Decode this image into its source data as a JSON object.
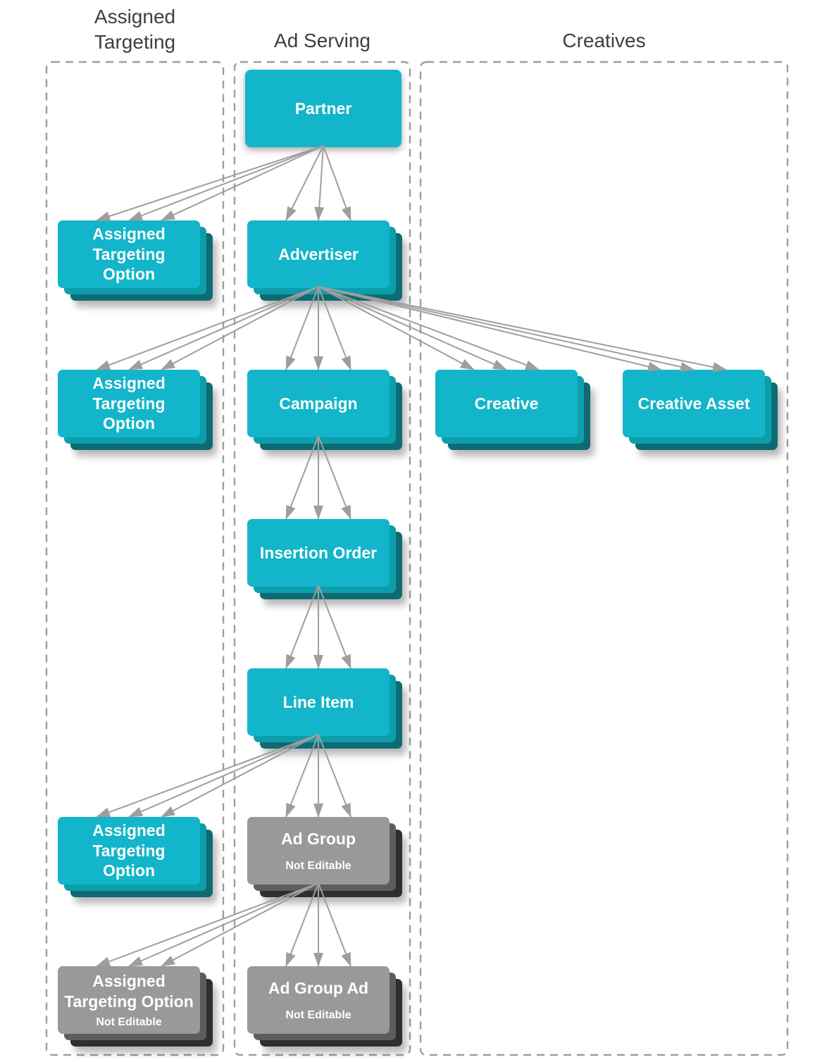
{
  "diagram": {
    "columns": [
      {
        "title": "Assigned\nTargeting"
      },
      {
        "title": "Ad Serving"
      },
      {
        "title": "Creatives"
      }
    ],
    "nodes": {
      "partner": {
        "label": "Partner"
      },
      "ato1": {
        "label": "Assigned\nTargeting\nOption"
      },
      "advertiser": {
        "label": "Advertiser"
      },
      "ato2": {
        "label": "Assigned\nTargeting\nOption"
      },
      "campaign": {
        "label": "Campaign"
      },
      "creative": {
        "label": "Creative"
      },
      "creative_asset": {
        "label": "Creative Asset"
      },
      "insertion_order": {
        "label": "Insertion Order"
      },
      "line_item": {
        "label": "Line Item"
      },
      "ato3": {
        "label": "Assigned\nTargeting\nOption"
      },
      "ad_group": {
        "label": "Ad Group",
        "sub_label": "Not Editable"
      },
      "ato4": {
        "label": "Assigned\nTargeting Option",
        "sub_label": "Not Editable"
      },
      "ad_group_ad": {
        "label": "Ad Group Ad",
        "sub_label": "Not Editable"
      }
    },
    "edges": [
      {
        "from": "partner",
        "to": "advertiser"
      },
      {
        "from": "partner",
        "to": "ato1"
      },
      {
        "from": "advertiser",
        "to": "ato2"
      },
      {
        "from": "advertiser",
        "to": "campaign"
      },
      {
        "from": "advertiser",
        "to": "creative"
      },
      {
        "from": "advertiser",
        "to": "creative_asset"
      },
      {
        "from": "campaign",
        "to": "insertion_order"
      },
      {
        "from": "insertion_order",
        "to": "line_item"
      },
      {
        "from": "line_item",
        "to": "ato3"
      },
      {
        "from": "line_item",
        "to": "ad_group"
      },
      {
        "from": "ad_group",
        "to": "ato4"
      },
      {
        "from": "ad_group",
        "to": "ad_group_ad"
      }
    ],
    "colors": {
      "box_cyan": "#12b5c9",
      "box_cyan_shadow_1": "#0d9eac",
      "box_cyan_shadow_2": "#0e6b74",
      "box_gray": "#999999",
      "box_gray_shadow_1": "#5d5d5d",
      "box_gray_shadow_2": "#2f2f2f",
      "box_text": "#ffffff",
      "arrow": "#9e9e9e",
      "column_border": "#9e9e9e",
      "header_text": "#3c4043"
    }
  }
}
